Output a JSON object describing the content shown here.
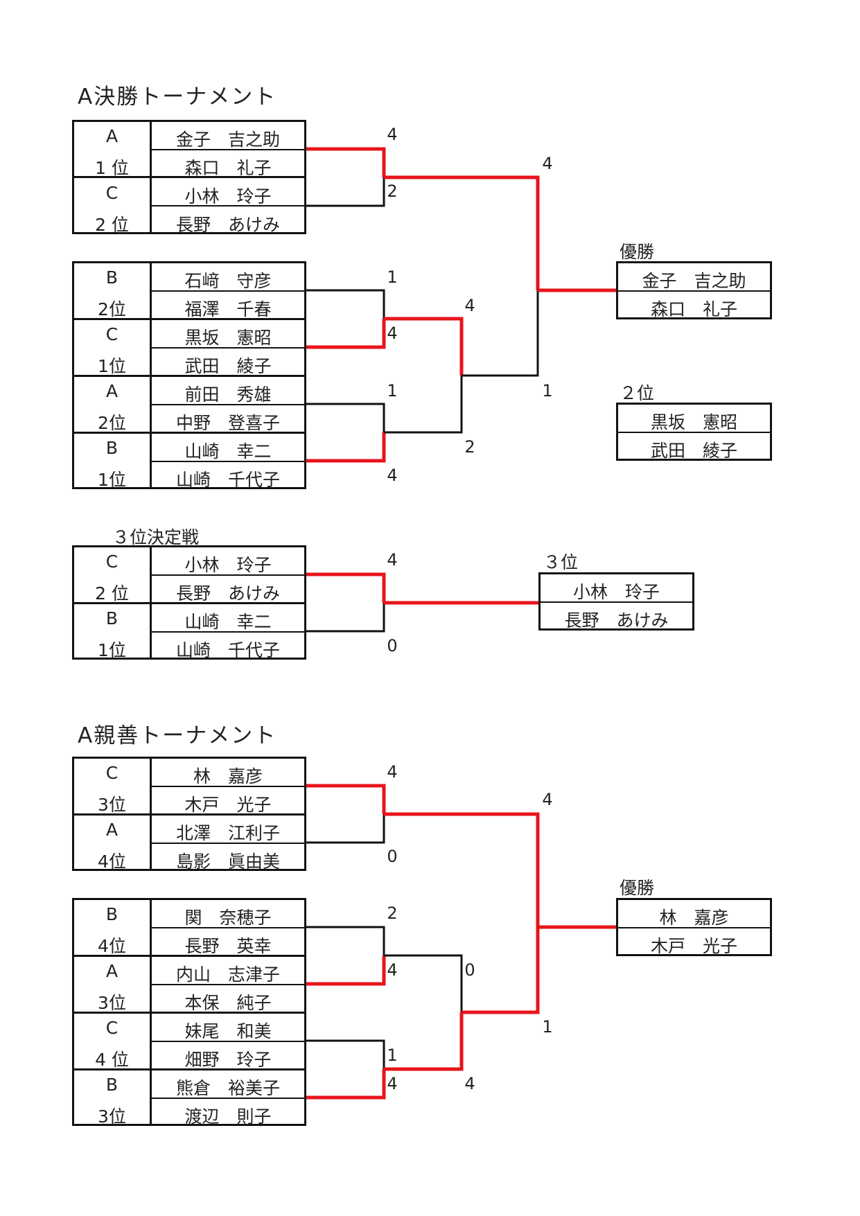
{
  "colors": {
    "winner_line": "#e8141c",
    "line": "#111111"
  },
  "sections": {
    "final": {
      "title": "A決勝トーナメント",
      "blocks": [
        {
          "groups": [
            {
              "letter": "A",
              "rank": "1 位",
              "names": [
                "金子　吉之助",
                "森口　礼子"
              ]
            },
            {
              "letter": "C",
              "rank": "2 位",
              "names": [
                "小林　玲子",
                "長野　あけみ"
              ]
            }
          ]
        },
        {
          "groups": [
            {
              "letter": "B",
              "rank": "2位",
              "names": [
                "石﨑　守彦",
                "福澤　千春"
              ]
            },
            {
              "letter": "C",
              "rank": "1位",
              "names": [
                "黒坂　憲昭",
                "武田　綾子"
              ]
            },
            {
              "letter": "A",
              "rank": "2位",
              "names": [
                "前田　秀雄",
                "中野　登喜子"
              ]
            },
            {
              "letter": "B",
              "rank": "1位",
              "names": [
                "山崎　幸二",
                "山崎　千代子"
              ]
            }
          ]
        }
      ],
      "scores": {
        "r1": [
          "4",
          "2",
          "1",
          "4",
          "1",
          "4"
        ],
        "r2": [
          "4",
          "2"
        ],
        "r3": [
          "4",
          "1"
        ]
      },
      "champion": {
        "label": "優勝",
        "names": [
          "金子　吉之助",
          "森口　礼子"
        ]
      },
      "second": {
        "label": "２位",
        "names": [
          "黒坂　憲昭",
          "武田　綾子"
        ]
      }
    },
    "third": {
      "title": "３位決定戦",
      "groups": [
        {
          "letter": "C",
          "rank": "2 位",
          "names": [
            "小林　玲子",
            "長野　あけみ"
          ]
        },
        {
          "letter": "B",
          "rank": "1位",
          "names": [
            "山崎　幸二",
            "山崎　千代子"
          ]
        }
      ],
      "scores": [
        "4",
        "0"
      ],
      "result": {
        "label": "３位",
        "names": [
          "小林　玲子",
          "長野　あけみ"
        ]
      }
    },
    "friendly": {
      "title": "A親善トーナメント",
      "blocks": [
        {
          "groups": [
            {
              "letter": "C",
              "rank": "3位",
              "names": [
                "林　嘉彦",
                "木戸　光子"
              ]
            },
            {
              "letter": "A",
              "rank": "4位",
              "names": [
                "北澤　江利子",
                "島影　眞由美"
              ]
            }
          ]
        },
        {
          "groups": [
            {
              "letter": "B",
              "rank": "4位",
              "names": [
                "関　奈穂子",
                "長野　英幸"
              ]
            },
            {
              "letter": "A",
              "rank": "3位",
              "names": [
                "内山　志津子",
                "本保　純子"
              ]
            },
            {
              "letter": "C",
              "rank": "4 位",
              "names": [
                "妹尾　和美",
                "畑野　玲子"
              ]
            },
            {
              "letter": "B",
              "rank": "3位",
              "names": [
                "熊倉　裕美子",
                "渡辺　則子"
              ]
            }
          ]
        }
      ],
      "scores": {
        "r1": [
          "4",
          "0",
          "2",
          "4",
          "1",
          "4"
        ],
        "r2": [
          "0",
          "4"
        ],
        "r3": [
          "4",
          "1"
        ]
      },
      "champion": {
        "label": "優勝",
        "names": [
          "林　嘉彦",
          "木戸　光子"
        ]
      }
    }
  }
}
